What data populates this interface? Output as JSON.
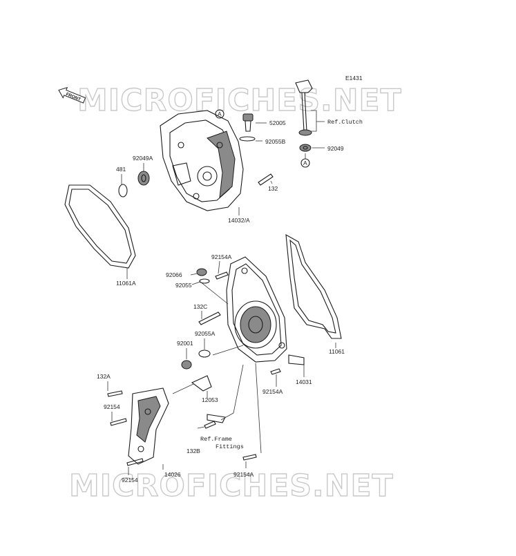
{
  "diagram": {
    "code": "E1431",
    "front_label": "FRONT",
    "watermark_text": "MICROFICHES.NET",
    "ref_marker": "A",
    "notes": {
      "ref_clutch": "Ref.Clutch",
      "ref_frame": "Ref.Frame",
      "ref_frame_2": "Fittings"
    },
    "parts": [
      {
        "id": "p52005",
        "number": "52005"
      },
      {
        "id": "p92055b",
        "number": "92055B"
      },
      {
        "id": "p92049",
        "number": "92049"
      },
      {
        "id": "p92049a",
        "number": "92049A"
      },
      {
        "id": "p481",
        "number": "481"
      },
      {
        "id": "p132",
        "number": "132"
      },
      {
        "id": "p14032a",
        "number": "14032/A"
      },
      {
        "id": "p11061a",
        "number": "11061A"
      },
      {
        "id": "p92154a_top",
        "number": "92154A"
      },
      {
        "id": "p92066",
        "number": "92066"
      },
      {
        "id": "p92055",
        "number": "92055"
      },
      {
        "id": "p132c",
        "number": "132C"
      },
      {
        "id": "p92055a",
        "number": "92055A"
      },
      {
        "id": "p92001",
        "number": "92001"
      },
      {
        "id": "p11061",
        "number": "11061"
      },
      {
        "id": "p14031",
        "number": "14031"
      },
      {
        "id": "p92154a_mid",
        "number": "92154A"
      },
      {
        "id": "p132a",
        "number": "132A"
      },
      {
        "id": "p12053",
        "number": "12053"
      },
      {
        "id": "p92154_top",
        "number": "92154"
      },
      {
        "id": "p132b",
        "number": "132B"
      },
      {
        "id": "p14026",
        "number": "14026"
      },
      {
        "id": "p92154_bot",
        "number": "92154"
      },
      {
        "id": "p92154a_bot",
        "number": "92154A"
      }
    ]
  }
}
